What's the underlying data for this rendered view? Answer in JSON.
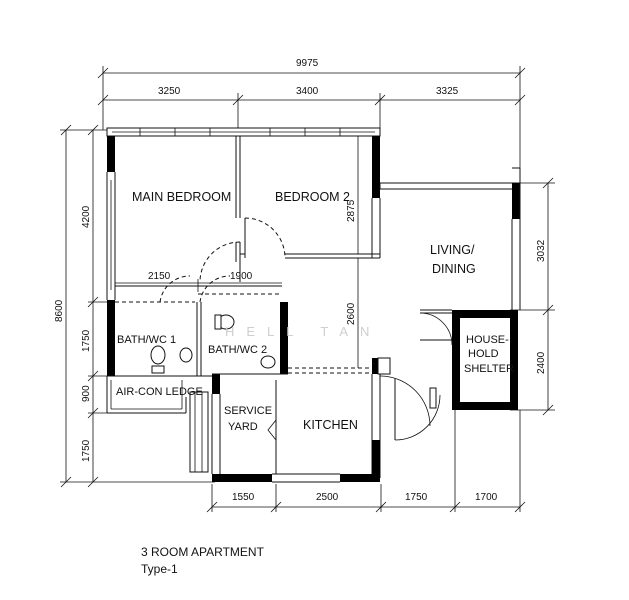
{
  "overall_width": "9975",
  "top_dims": [
    "3250",
    "3400",
    "3325"
  ],
  "left_dims": [
    "8600",
    "4200",
    "1750",
    "900",
    "1750"
  ],
  "inner_dims": {
    "bath_width_1": "2150",
    "bath_width_2": "1900",
    "bed2_depth": "2875",
    "corridor_depth": "2600"
  },
  "right_dims": [
    "3032",
    "2400"
  ],
  "bottom_dims": [
    "1550",
    "2500",
    "1750",
    "1700"
  ],
  "rooms": {
    "main_bedroom": "MAIN BEDROOM",
    "bedroom2": "BEDROOM 2",
    "living_line1": "LIVING/",
    "living_line2": "DINING",
    "bath1": "BATH/WC 1",
    "bath2": "BATH/WC 2",
    "aircon": "AIR-CON LEDGE",
    "service_line1": "SERVICE",
    "service_line2": "YARD",
    "kitchen": "KITCHEN",
    "shelter_line1": "HOUSE-",
    "shelter_line2": "HOLD",
    "shelter_line3": "SHELTER"
  },
  "watermark": "HELL TAN",
  "caption": {
    "title": "3 ROOM APARTMENT",
    "type": "Type-1"
  }
}
